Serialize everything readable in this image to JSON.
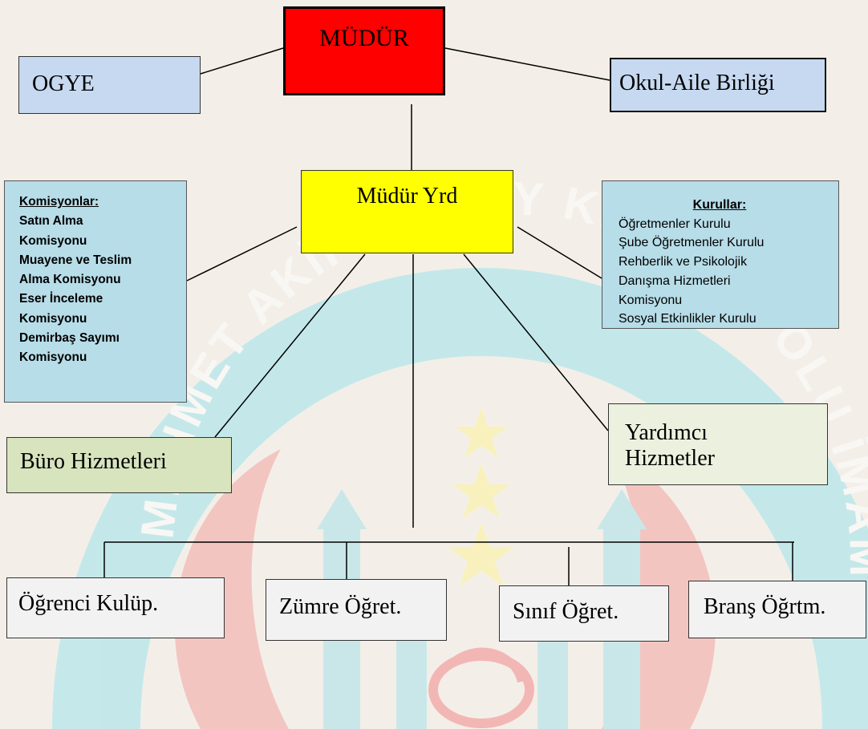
{
  "nodes": {
    "mudur": "MÜDÜR",
    "ogye": "OGYE",
    "okul_aile": "Okul-Aile Birliği",
    "mudur_yrd": "Müdür Yrd",
    "komisyonlar": {
      "header": "Komisyonlar:",
      "items": [
        "Satın Alma",
        "Komisyonu",
        "Muayene ve Teslim",
        "Alma Komisyonu",
        "Eser İnceleme",
        "Komisyonu",
        "Demirbaş Sayımı",
        "Komisyonu"
      ]
    },
    "kurullar": {
      "header": "Kurullar:",
      "items": [
        "Öğretmenler Kurulu",
        "Şube Öğretmenler Kurulu",
        "Rehberlik ve Psikolojik",
        "Danışma Hizmetleri",
        "Komisyonu",
        "Sosyal Etkinlikler Kurulu"
      ]
    },
    "buro": "Büro Hizmetleri",
    "yardimci_line1": "Yardımcı",
    "yardimci_line2": "Hizmetler",
    "ogrenci": "Öğrenci Kulüp.",
    "zumre": "Zümre Öğret.",
    "sinif": "Sınıf Öğret.",
    "brans": "Branş Öğrtm."
  },
  "watermark": {
    "arc_text": "MEHMET AKİF ERSOY KIZ ANADOLU İMAM HATİP LİSESİ",
    "colors": {
      "ring": "#4fc9d8",
      "crescent": "#e64a4a",
      "stars": "#ffee44"
    }
  },
  "colors": {
    "background": "#f3efe8",
    "mudur": "#ff0000",
    "mudur_yrd": "#ffff00",
    "ogye": "#c6d9f1",
    "okul_aile": "#c6d9f1",
    "komisyonlar": "#b7dde8",
    "kurullar": "#b7dde8",
    "buro": "#d7e4bd",
    "yardimci": "#ebf1de",
    "bottom_boxes": "#f2f2f2"
  }
}
